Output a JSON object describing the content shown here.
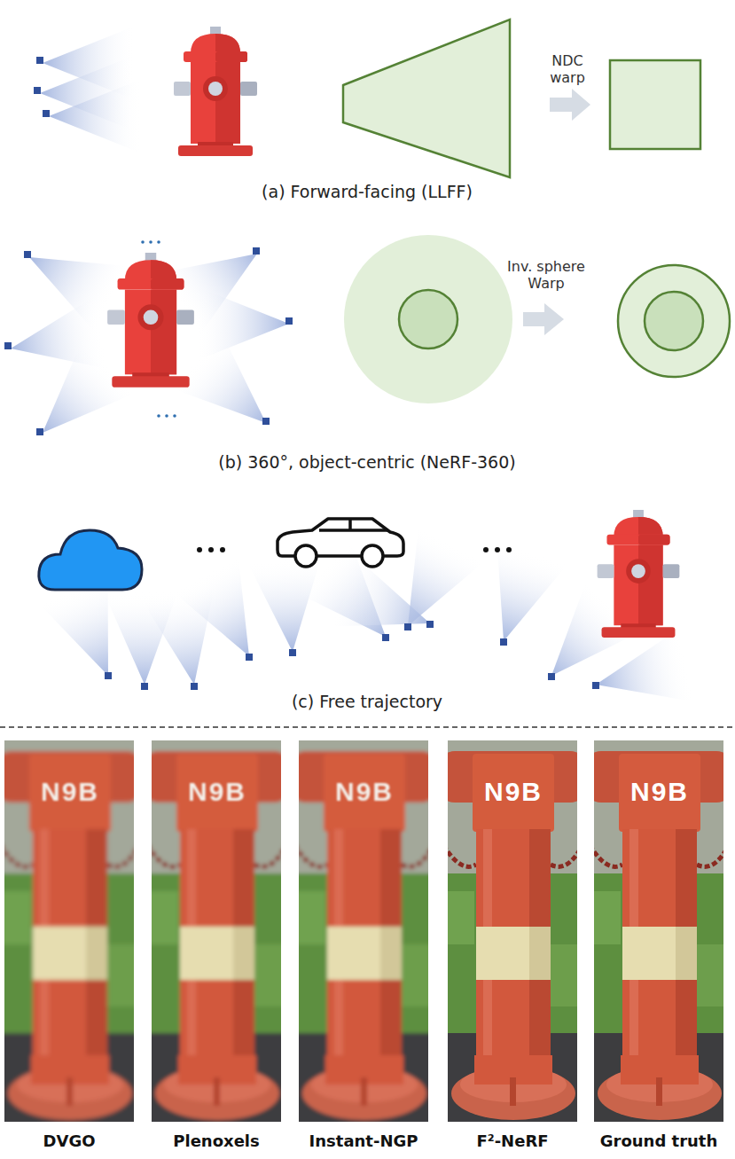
{
  "diagram": {
    "labels": [
      "NDC warp",
      "(a) Forward-facing (LLFF)",
      "Inv. sphere Warp",
      "(b) 360°, object-centric (NeRF-360)",
      "(c) Free trajectory",
      "N9B",
      "N9B",
      "N9B",
      "N9B",
      "N9B",
      "DVGO",
      "Plenoxels",
      "Instant-NGP",
      "F²-NeRF",
      "Ground truth"
    ]
  }
}
